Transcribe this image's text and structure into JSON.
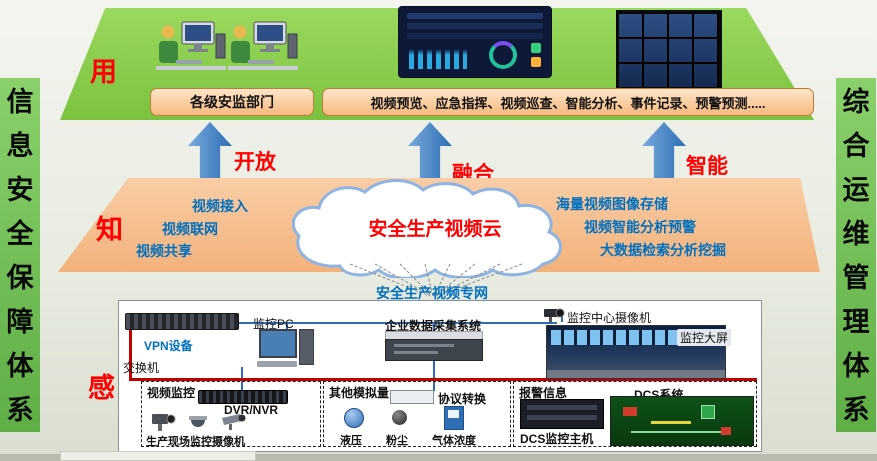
{
  "colors": {
    "accent_red": "#ff0000",
    "blue_text": "#0070c0",
    "platform_green": "#8ccf4d",
    "band_orange": "#f7c08e",
    "arrow_blue": "#2e6db4",
    "banner_green": "#6fbf54",
    "bus_red": "#c00000"
  },
  "banners": {
    "left": "信息安全保障体系",
    "right": "综合运维管理体系"
  },
  "use_layer": {
    "label": "用",
    "dept_box": "各级安监部门",
    "functions_box": "视频预览、应急指挥、视频巡查、智能分析、事件记录、预警预测....."
  },
  "arrows": {
    "open": "开放",
    "fuse": "融合",
    "smart": "智能"
  },
  "know_layer": {
    "label": "知",
    "cloud_title": "安全生产视频云",
    "left_items": [
      "视频接入",
      "视频联网",
      "视频共享"
    ],
    "right_items": [
      "海量视频图像存储",
      "视频智能分析预警",
      "大数据检索分析挖掘"
    ]
  },
  "network_label": "安全生产视频专网",
  "sense_layer": {
    "label": "感",
    "switch": "交换机",
    "vpn": "VPN设备",
    "pc": "监控PC",
    "collector": "企业数据采集系统",
    "center_camera": "监控中心摄像机",
    "big_screen": "监控大屏",
    "video_group": {
      "title": "视频监控",
      "dvr": "DVR/NVR",
      "cameras": "生产现场监控摄像机"
    },
    "analog_group": {
      "title": "其他模拟量",
      "converter": "协议转换",
      "sensors": [
        "液压",
        "粉尘",
        "气体浓度"
      ]
    },
    "alarm_group": {
      "title": "报警信息",
      "dcs_system": "DCS系统",
      "dcs_host": "DCS监控主机"
    }
  }
}
